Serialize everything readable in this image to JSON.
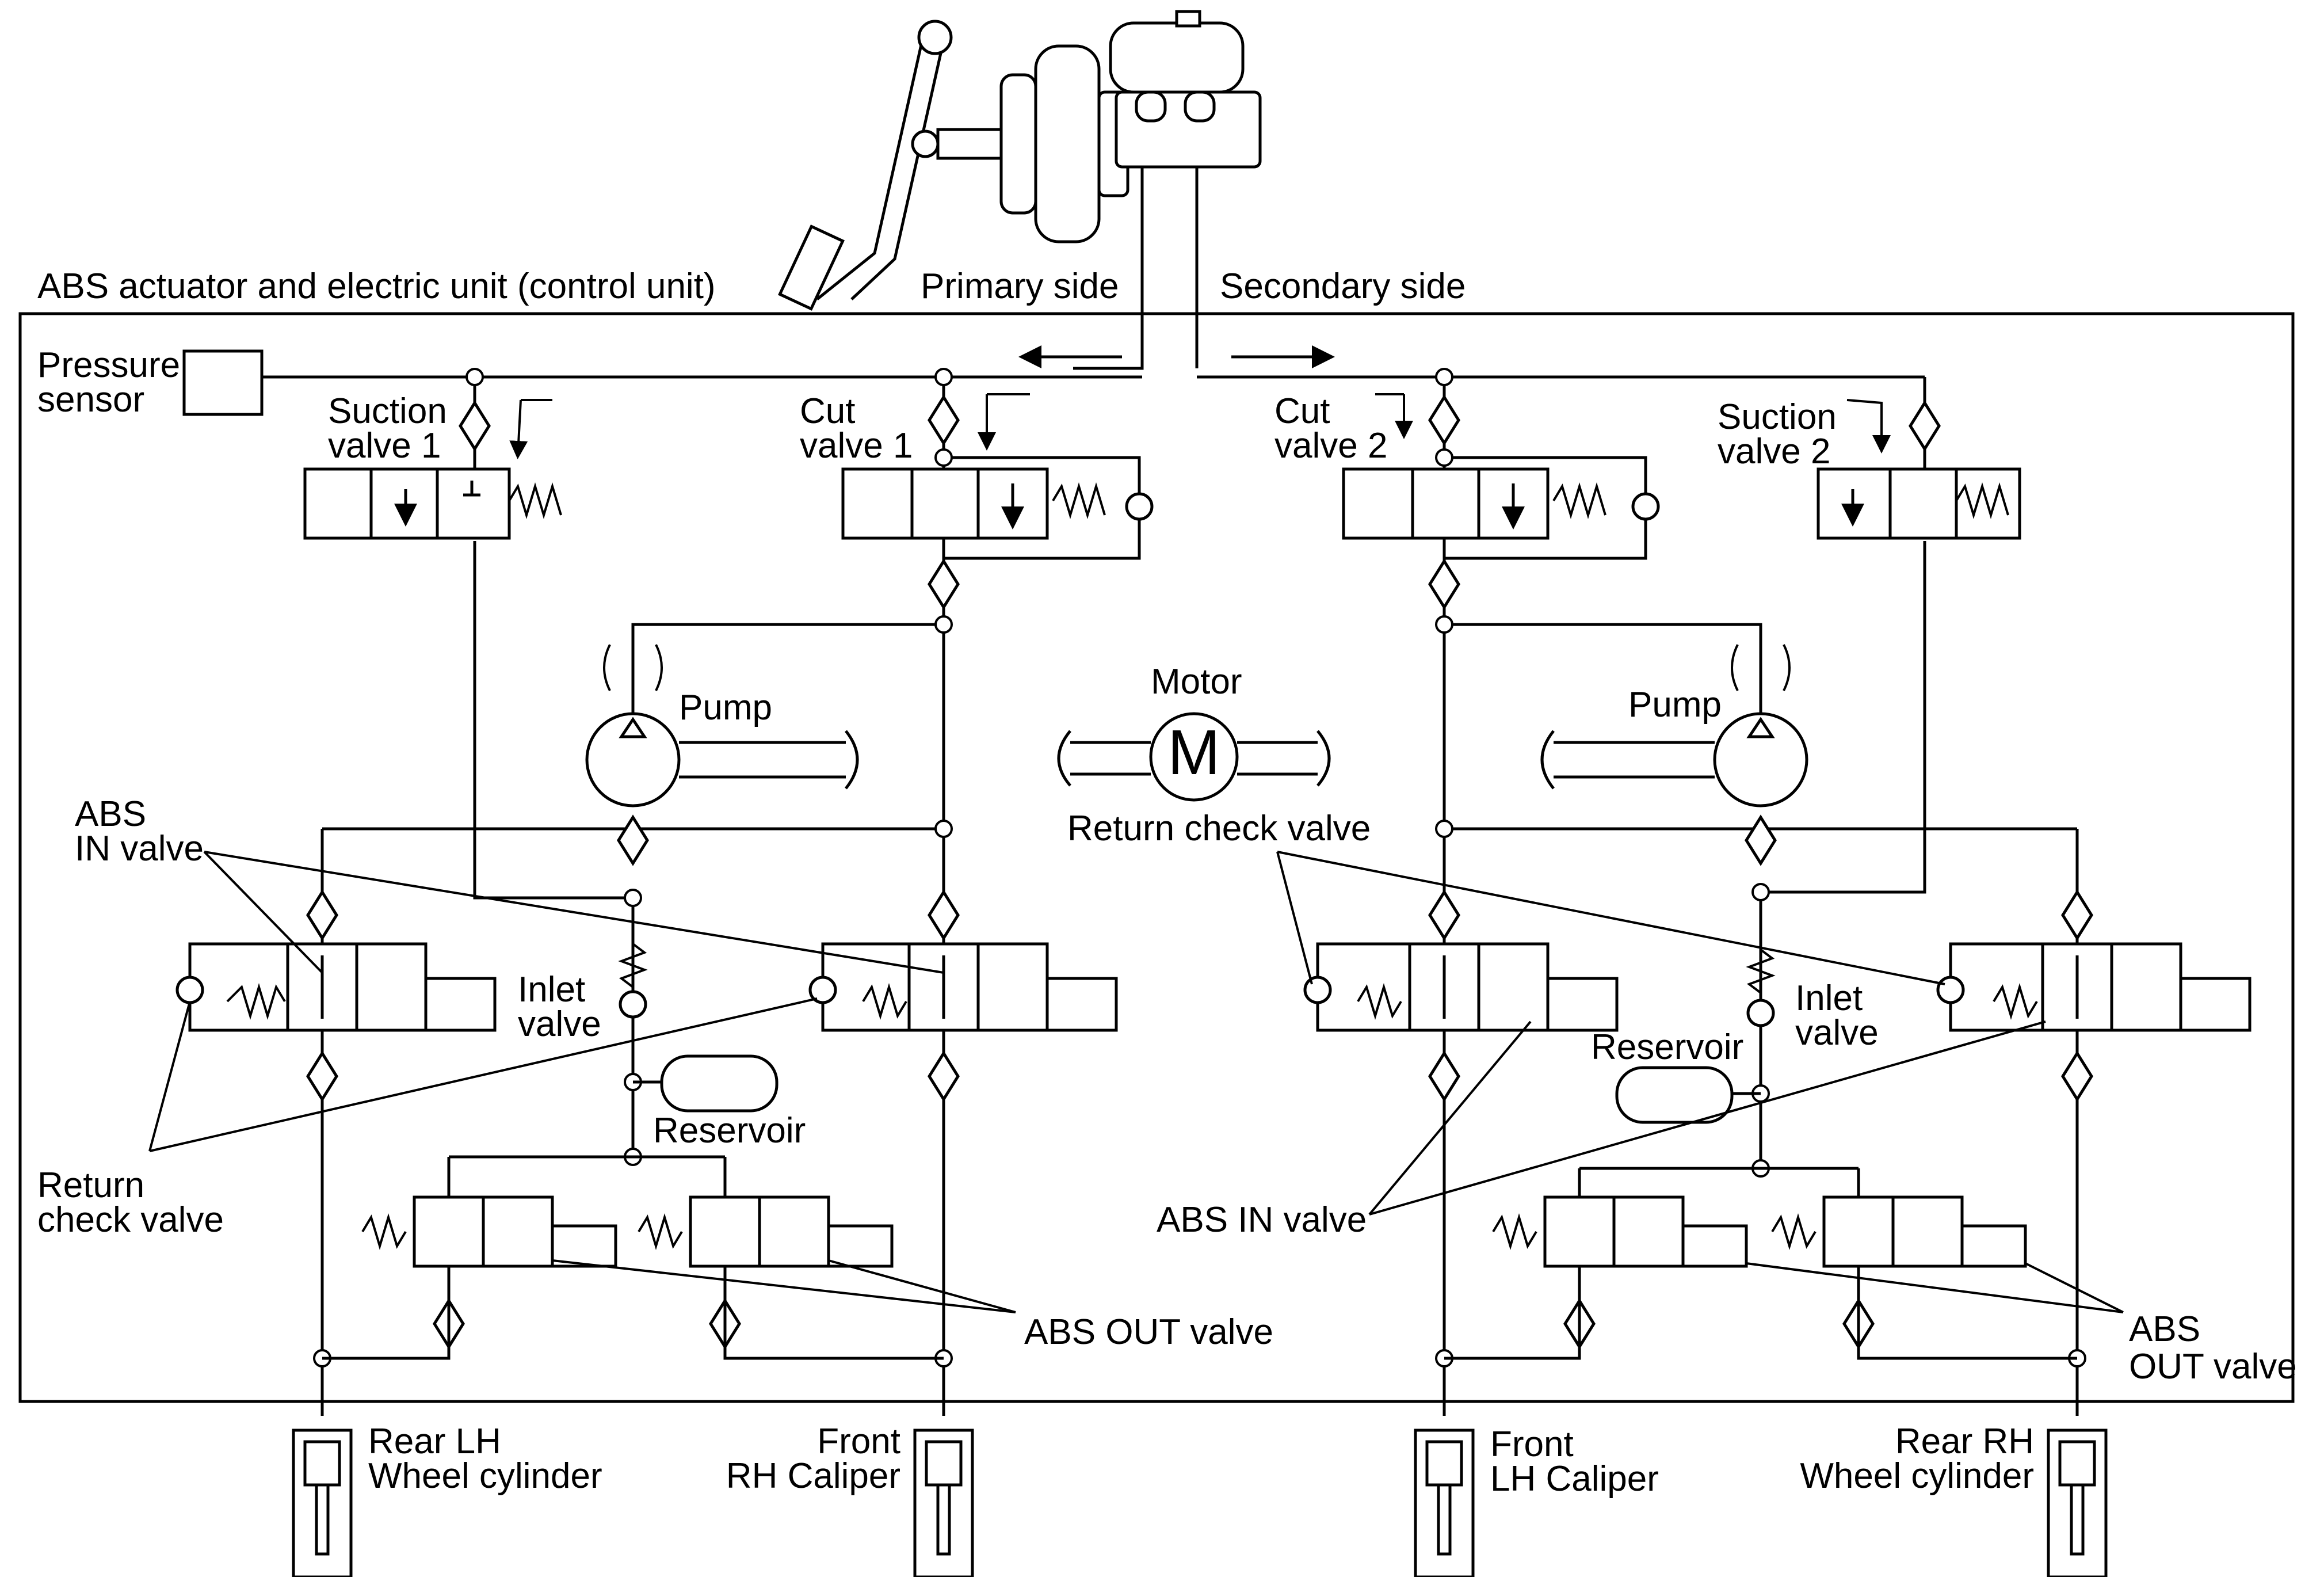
{
  "labels": {
    "unit_title": "ABS actuator and electric unit (control unit)",
    "primary_side": "Primary side",
    "secondary_side": "Secondary side",
    "pressure_sensor_1": "Pressure",
    "pressure_sensor_2": "sensor",
    "suction_valve_1_l1": "Suction",
    "suction_valve_1_l2": "valve 1",
    "cut_valve_1_l1": "Cut",
    "cut_valve_1_l2": "valve 1",
    "cut_valve_2_l1": "Cut",
    "cut_valve_2_l2": "valve 2",
    "suction_valve_2_l1": "Suction",
    "suction_valve_2_l2": "valve 2",
    "pump_left": "Pump",
    "pump_right": "Pump",
    "motor": "Motor",
    "motor_symbol": "M",
    "return_check_valve_top": "Return check valve",
    "abs_in_valve_left_l1": "ABS",
    "abs_in_valve_left_l2": "IN valve",
    "inlet_valve_left_l1": "Inlet",
    "inlet_valve_left_l2": "valve",
    "inlet_valve_right_l1": "Inlet",
    "inlet_valve_right_l2": "valve",
    "reservoir_left": "Reservoir",
    "reservoir_right": "Reservoir",
    "return_check_valve_left_l1": "Return",
    "return_check_valve_left_l2": "check valve",
    "abs_out_valve_left": "ABS OUT valve",
    "abs_in_valve_right": "ABS IN valve",
    "abs_out_valve_right_l1": "ABS",
    "abs_out_valve_right_l2": "OUT valve",
    "rear_lh_l1": "Rear LH",
    "rear_lh_l2": "Wheel cylinder",
    "front_rh_l1": "Front",
    "front_rh_l2": "RH Caliper",
    "front_lh_l1": "Front",
    "front_lh_l2": "LH Caliper",
    "rear_rh_l1": "Rear RH",
    "rear_rh_l2": "Wheel cylinder"
  }
}
